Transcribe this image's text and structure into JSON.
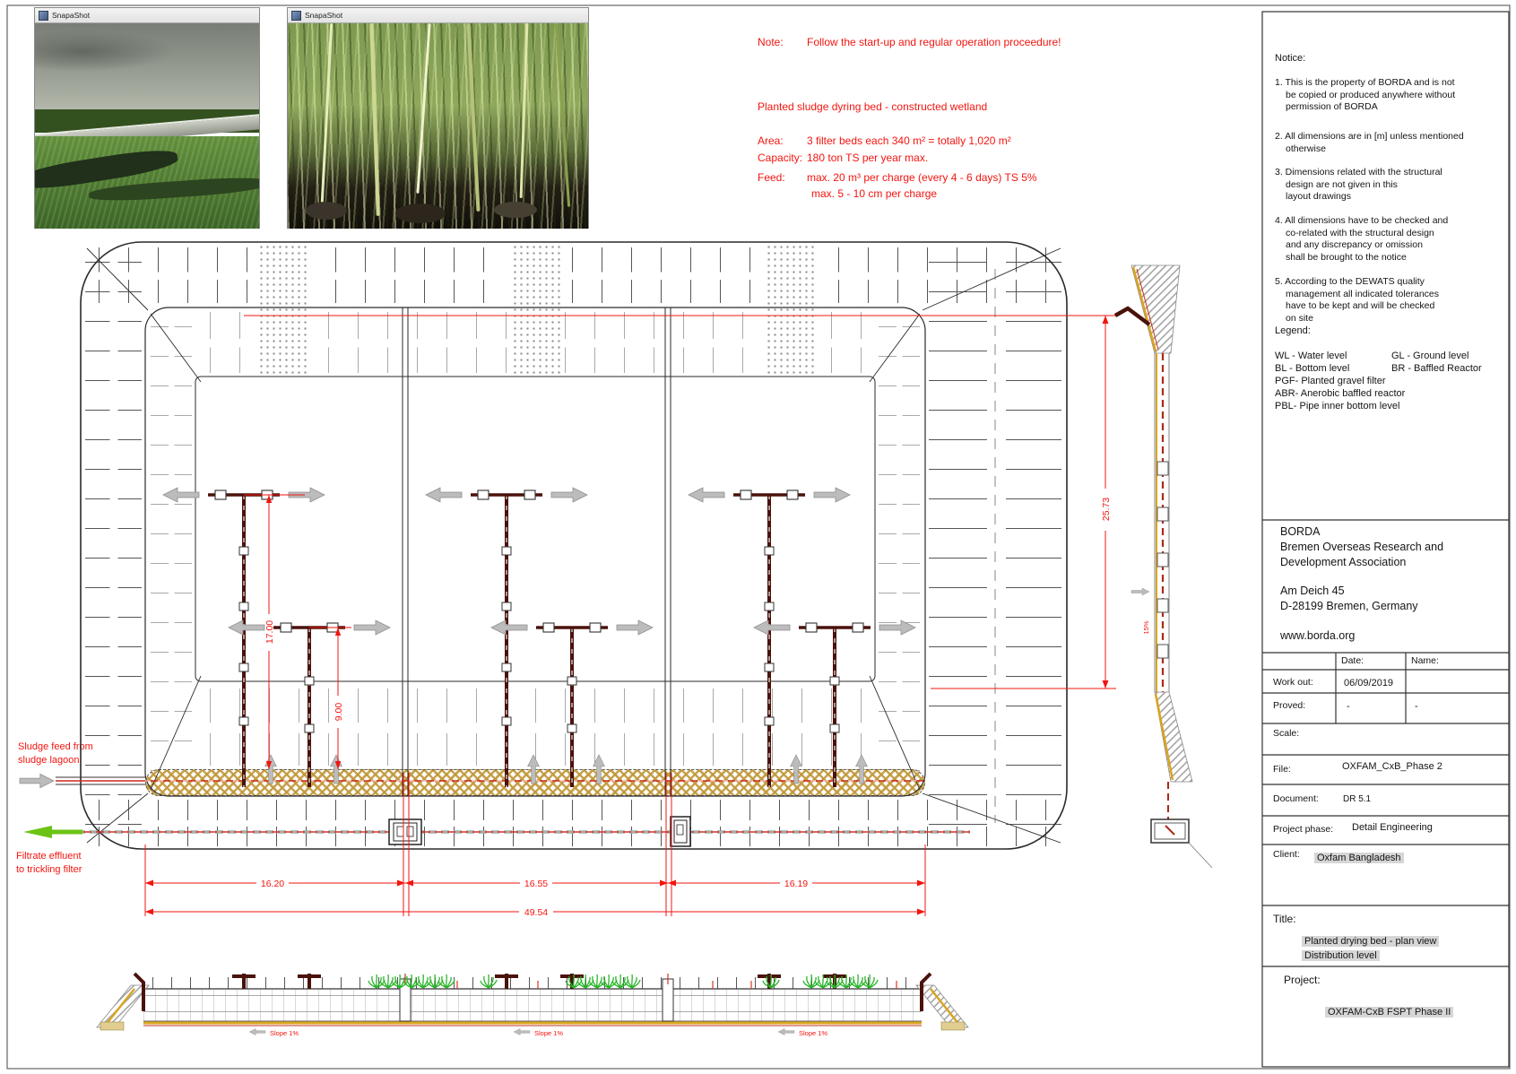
{
  "window": {
    "photo1_title": "SnapaShot",
    "photo2_title": "SnapaShot"
  },
  "annotations": {
    "note_label": "Note:",
    "note_text": "Follow the start-up and regular operation proceedure!",
    "subtitle": "Planted sludge dyring bed - constructed wetland",
    "area_label": "Area:",
    "area_text": "3 filter beds each 340 m² = totally 1,020 m²",
    "capacity_label": "Capacity:",
    "capacity_text": "180 ton TS per year max.",
    "feed_label": "Feed:",
    "feed_text": "max. 20 m³ per charge (every 4 - 6 days) TS 5%",
    "feed_text2": "max. 5 - 10 cm per charge",
    "sludge_feed": "Sludge feed from\nsludge lagoon",
    "filtrate": "Filtrate effluent\nto trickling filter"
  },
  "dims": {
    "w1": "16.20",
    "w2": "16.55",
    "w3": "16.19",
    "total": "49.54",
    "height": "25.73",
    "pipe_long": "17.00",
    "pipe_short": "9.00",
    "section_slope": "15%",
    "slope": "Slope 1%"
  },
  "panel": {
    "notice_title": "Notice:",
    "n1": "1. This is the property of BORDA and is not\nbe copied or produced anywhere without\npermission of BORDA",
    "n2": "2. All dimensions are in [m] unless mentioned\notherwise",
    "n3": "3. Dimensions related with the structural\ndesign are not given in this\nlayout drawings",
    "n4": "4. All dimensions have to be checked and\nco-related with the structural design\nand any discrepancy or omission\nshall be brought to the notice",
    "n5": "5. According to the DEWATS quality\nmanagement all indicated tolerances\nhave to be kept and will be checked\non site",
    "legend_title": "Legend:",
    "wl": "WL - Water level",
    "gl": "GL - Ground level",
    "bl": "BL - Bottom level",
    "br": "BR - Baffled Reactor",
    "pgf": "PGF- Planted gravel filter",
    "abr": "ABR- Anerobic baffled reactor",
    "pbl": "PBL- Pipe inner bottom level",
    "org": {
      "name": "BORDA",
      "line1": "Bremen Overseas Research and",
      "line2": "Development Association",
      "addr1": "Am Deich 45",
      "addr2": "D-28199 Bremen, Germany",
      "web": "www.borda.org"
    },
    "tbl": {
      "date_header": "Date:",
      "name_header": "Name:",
      "workout_label": "Work out:",
      "workout_date": "06/09/2019",
      "proved_label": "Proved:",
      "proved_date": "-",
      "proved_name": "-",
      "scale_label": "Scale:",
      "file_label": "File:",
      "file_value": "OXFAM_CxB_Phase 2",
      "document_label": "Document:",
      "document_value": "DR 5.1",
      "phase_label": "Project phase:",
      "phase_value": "Detail Engineering",
      "client_label": "Client:",
      "client_value": "Oxfam Bangladesh",
      "title_label": "Title:",
      "title_value1": "Planted drying bed - plan view",
      "title_value2": "Distribution level",
      "project_label": "Project:",
      "project_value": "OXFAM-CxB FSPT Phase II"
    }
  }
}
